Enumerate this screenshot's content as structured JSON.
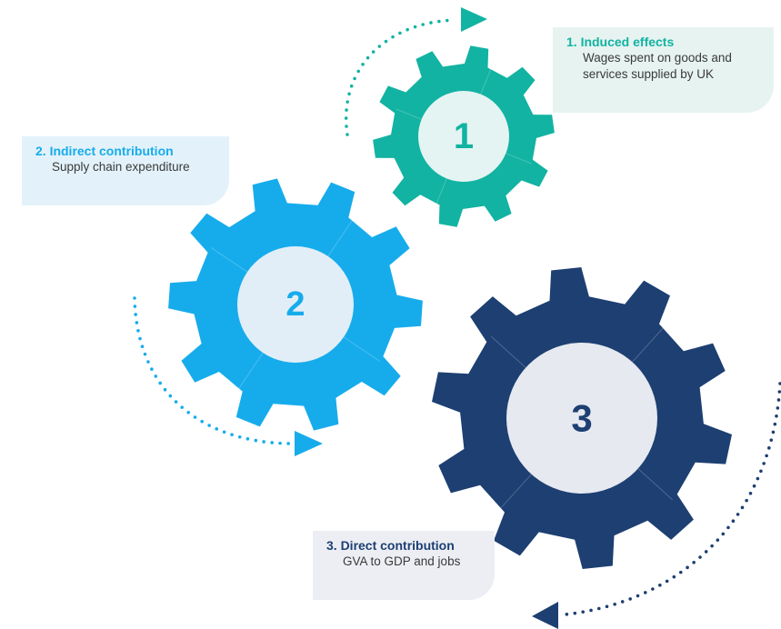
{
  "colors": {
    "gear_teal": "#12B3A2",
    "gear_blue": "#16ACEC",
    "gear_navy": "#1D3F72",
    "hub_teal": "#E4F4F2",
    "hub_blue": "#E2EEF7",
    "hub_navy": "#E6E9F0",
    "callout_1_bg": "#E6F3F1",
    "callout_2_bg": "#E3F2FA",
    "callout_3_bg": "#ECEEF3",
    "arrow_teal": "#12B3A2",
    "arrow_blue": "#16ACEC",
    "arrow_navy": "#1D3F72"
  },
  "gears": [
    {
      "id": "induced",
      "number": "1",
      "color_key": "gear_teal",
      "hub_key": "hub_teal",
      "number_color": "#12B3A2"
    },
    {
      "id": "indirect",
      "number": "2",
      "color_key": "gear_blue",
      "hub_key": "hub_blue",
      "number_color": "#16ACEC"
    },
    {
      "id": "direct",
      "number": "3",
      "color_key": "gear_navy",
      "hub_key": "hub_navy",
      "number_color": "#1D3F72"
    }
  ],
  "callouts": {
    "induced": {
      "title": "1.  Induced effects",
      "description_line1": "Wages spent on goods and",
      "description_line2": "services supplied by UK",
      "title_color": "#12B3A2"
    },
    "indirect": {
      "title": "2.  Indirect contribution",
      "description_line1": "Supply chain expenditure",
      "title_color": "#16ACEC"
    },
    "direct": {
      "title": "3.  Direct contribution",
      "description_line1": "GVA to GDP and jobs",
      "title_color": "#1D3F72"
    }
  },
  "icons": {
    "arrow_1": "dotted-arrow-icon",
    "arrow_2": "dotted-arrow-icon",
    "arrow_3": "dotted-arrow-icon"
  }
}
